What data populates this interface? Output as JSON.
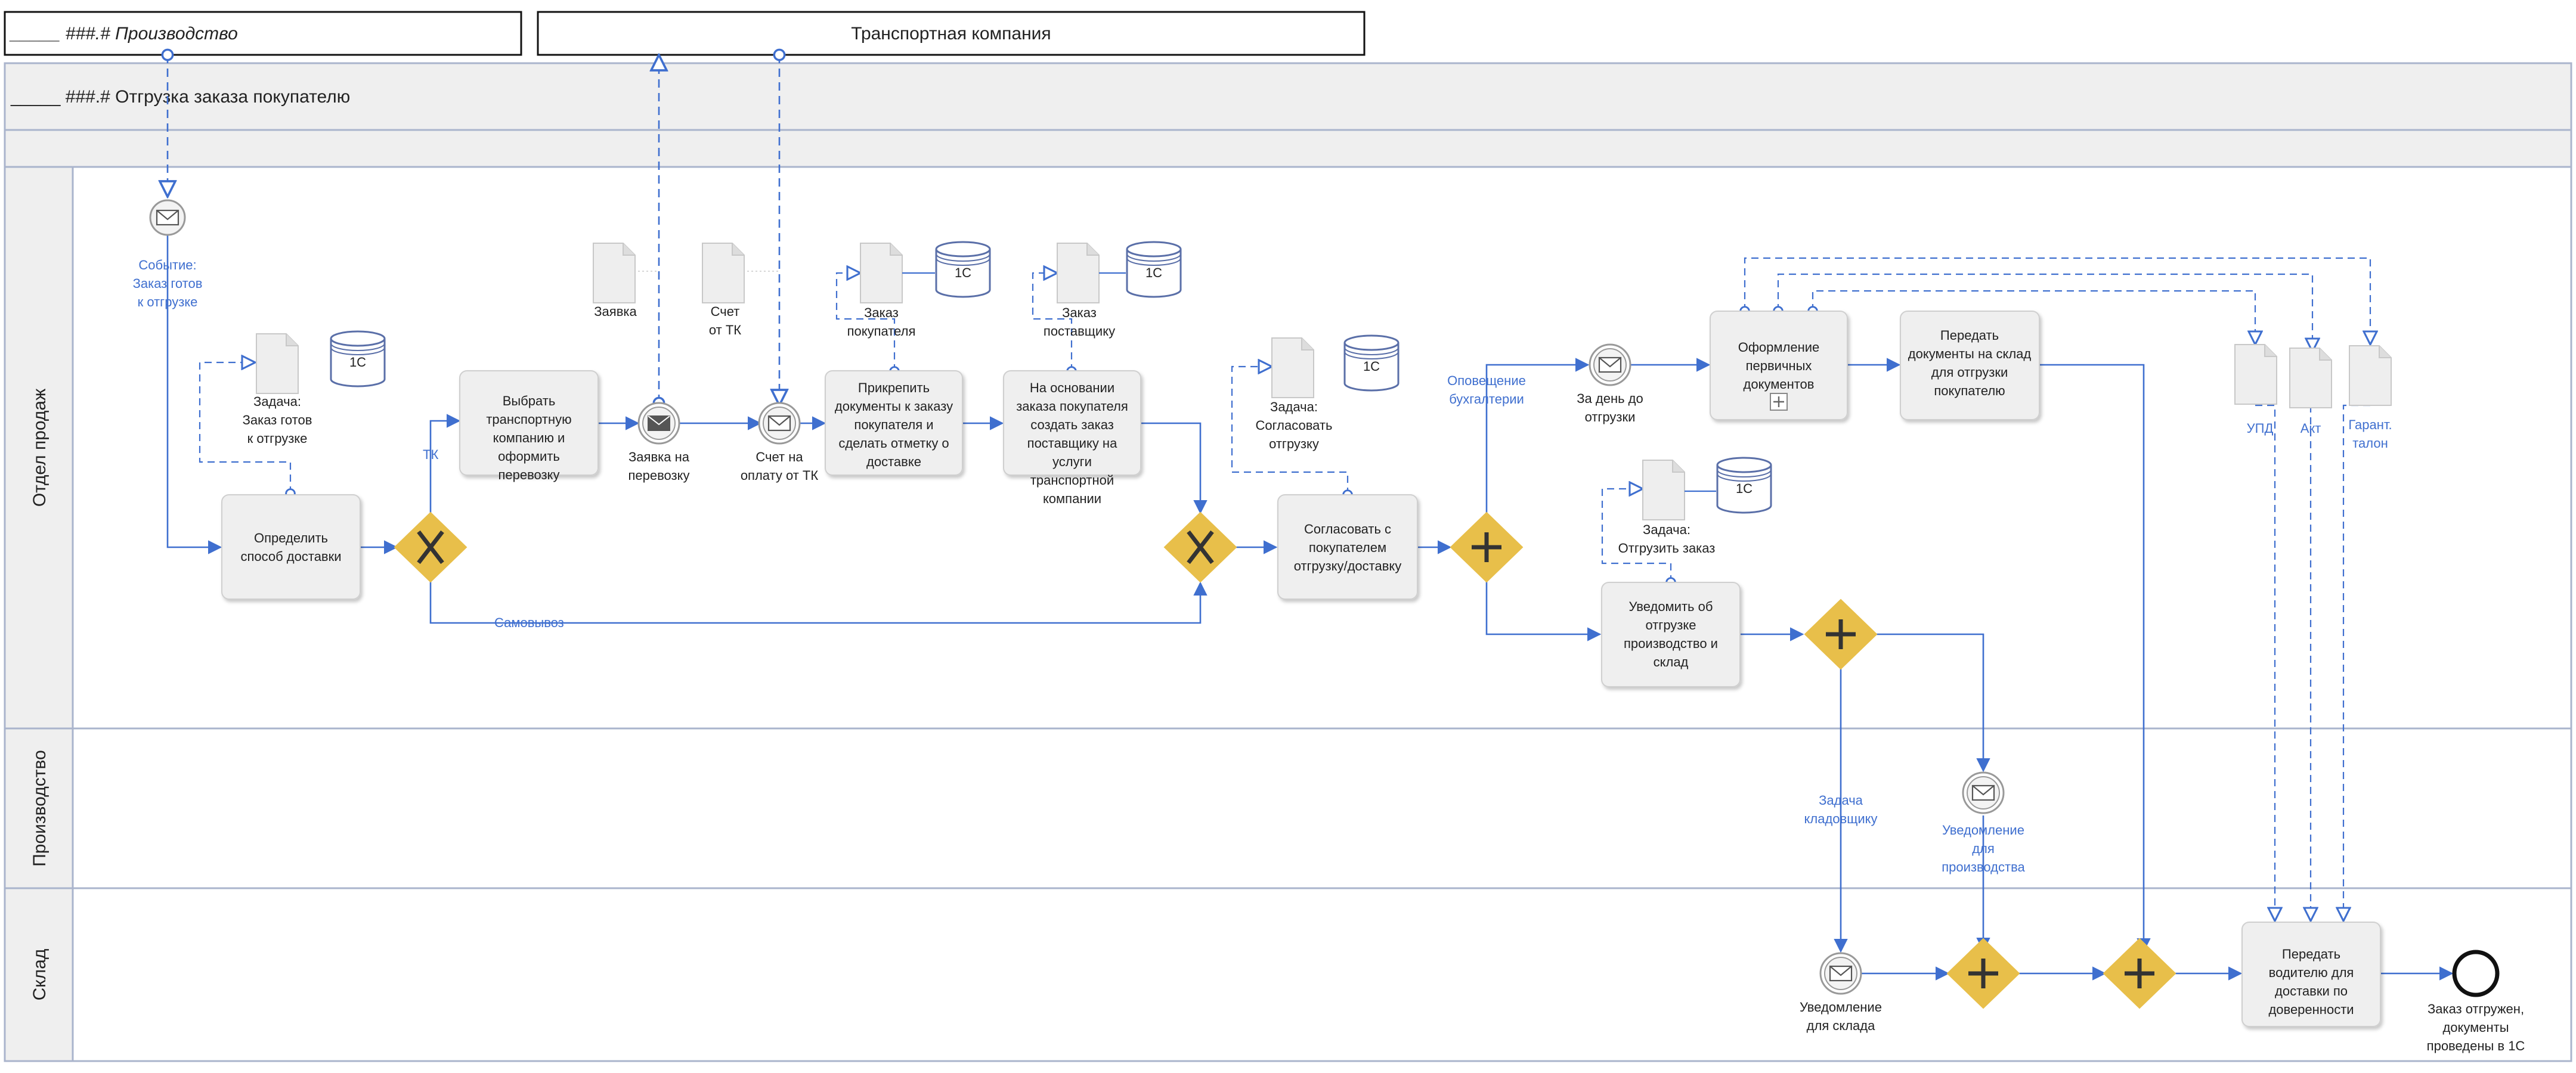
{
  "pools": {
    "production_pool_label": "_____ ###.# Производство",
    "transport_pool_label": "Транспортная компания",
    "main_pool_label": "_____ ###.# Отгрузка заказа покупателю"
  },
  "lanes": [
    "Отдел продаж",
    "Производство",
    "Склад"
  ],
  "tasks": {
    "define_delivery": "Определить способ доставки",
    "choose_tk": "Выбрать транспортную компанию и оформить перевозку",
    "attach_docs": "Прикрепить документы к заказу покупателя и сделать отметку о доставке",
    "create_order": "На основании заказа покупателя создать заказ поставщику на услуги транспортной компании",
    "agree_customer": "Согласовать с покупателем отгрузку/доставку",
    "primary_docs": "Оформление первичных документов",
    "transfer_docs": "Передать документы на склад для отгрузки покупателю",
    "notify_shipment": "Уведомить об отгрузке производство и склад",
    "hand_driver": "Передать водителю для доставки по доверенности"
  },
  "events": {
    "start_event": "Событие: Заказ готов к отгрузке",
    "request_msg": "Заявка на перевозку",
    "invoice_msg": "Счет на оплату от ТК",
    "day_before": "За день до отгрузки",
    "notify_production": "Уведомление для производства",
    "notify_warehouse": "Уведомление для склада",
    "end_event": "Заказ отгружен, документы проведены в 1С"
  },
  "documents": {
    "task_ready": "Задача: Заказ готов к отгрузке",
    "request": "Заявка",
    "invoice": "Счет от ТК",
    "customer_order": "Заказ покупателя",
    "supplier_order": "Заказ поставщику",
    "task_agree": "Задача: Согласовать отгрузку",
    "task_ship": "Задача: Отгрузить заказ",
    "upd": "УПД",
    "act": "Акт",
    "warranty": "Гарант. талон"
  },
  "data_store_label": "1С",
  "flow_labels": {
    "tk": "ТК",
    "pickup": "Самовывоз",
    "accounting": "Оповещение бухгалтерии",
    "storekeeper": "Задача кладовщику"
  },
  "colors": {
    "gateway_fill": "#e8bf4a",
    "flow_blue": "#3f6fcf",
    "task_fill": "#efefef",
    "pool_header": "#efefef"
  }
}
